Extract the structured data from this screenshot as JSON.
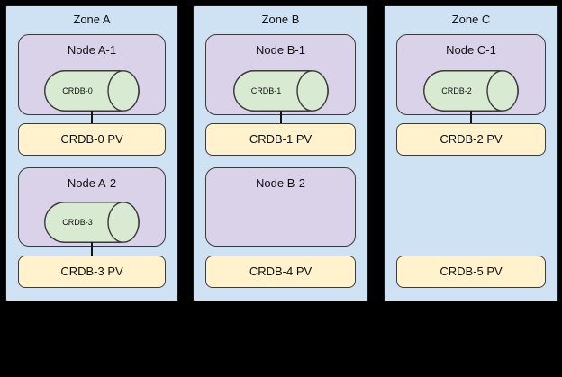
{
  "colors": {
    "background": "#000000",
    "zone_fill": "#cfe2f3",
    "node_fill": "#d9d2e9",
    "disk_fill": "#d9ead3",
    "pv_fill": "#fff2cc",
    "border": "#333333"
  },
  "zones": [
    {
      "label": "Zone A",
      "slots": [
        {
          "node": "Node A-1",
          "disk": "CRDB-0",
          "pv": "CRDB-0 PV",
          "connected": true
        },
        {
          "node": "Node A-2",
          "disk": "CRDB-3",
          "pv": "CRDB-3 PV",
          "connected": true
        }
      ]
    },
    {
      "label": "Zone B",
      "slots": [
        {
          "node": "Node B-1",
          "disk": "CRDB-1",
          "pv": "CRDB-1 PV",
          "connected": true
        },
        {
          "node": "Node B-2",
          "disk": null,
          "pv": "CRDB-4 PV",
          "connected": false
        }
      ]
    },
    {
      "label": "Zone C",
      "slots": [
        {
          "node": "Node C-1",
          "disk": "CRDB-2",
          "pv": "CRDB-2 PV",
          "connected": true
        },
        {
          "node": null,
          "disk": null,
          "pv": "CRDB-5 PV",
          "connected": false
        }
      ]
    }
  ]
}
